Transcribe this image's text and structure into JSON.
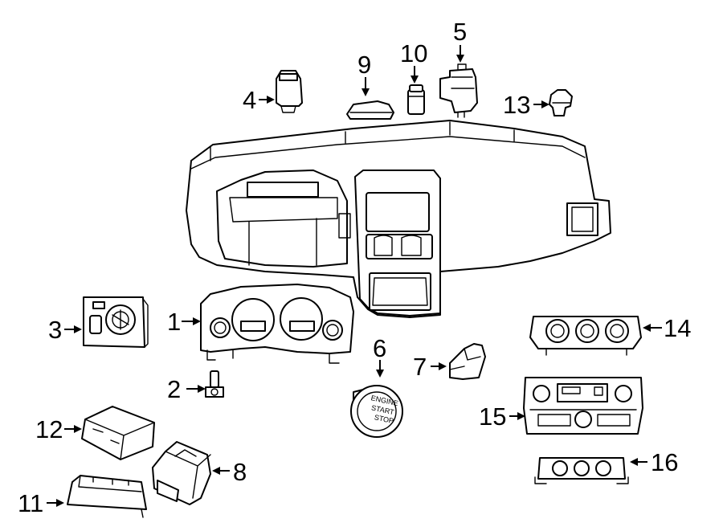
{
  "callouts": [
    {
      "number": "1",
      "part": "instrument-cluster"
    },
    {
      "number": "2",
      "part": "cluster-bolt"
    },
    {
      "number": "3",
      "part": "headlamp-switch"
    },
    {
      "number": "4",
      "part": "switch-module"
    },
    {
      "number": "5",
      "part": "sensor-assembly"
    },
    {
      "number": "6",
      "part": "ignition-push-button"
    },
    {
      "number": "7",
      "part": "bracket"
    },
    {
      "number": "8",
      "part": "control-module"
    },
    {
      "number": "9",
      "part": "sensor-pad"
    },
    {
      "number": "10",
      "part": "small-switch"
    },
    {
      "number": "11",
      "part": "module"
    },
    {
      "number": "12",
      "part": "receiver-module"
    },
    {
      "number": "13",
      "part": "sensor"
    },
    {
      "number": "14",
      "part": "a-c-heater-control"
    },
    {
      "number": "15",
      "part": "climate-control-panel"
    },
    {
      "number": "16",
      "part": "rear-climate-control"
    }
  ],
  "ignition_button_text": [
    "ENGINE",
    "START",
    "STOP"
  ]
}
